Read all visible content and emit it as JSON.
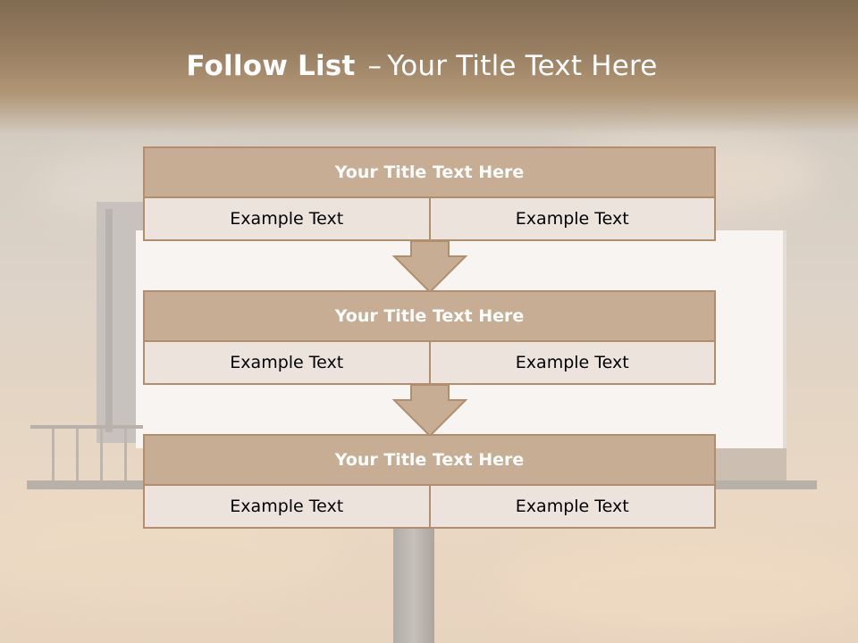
{
  "slide": {
    "title_bold": "Follow List",
    "title_separator": "–",
    "title_rest": "Your Title Text Here"
  },
  "steps": [
    {
      "title": "Your Title Text Here",
      "left": "Example Text",
      "right": "Example Text"
    },
    {
      "title": "Your Title Text Here",
      "left": "Example Text",
      "right": "Example Text"
    },
    {
      "title": "Your Title Text Here",
      "left": "Example Text",
      "right": "Example Text"
    }
  ],
  "icons": {
    "connector": "down-arrow-icon"
  },
  "colors": {
    "title_band": "#977d60",
    "box_header": "#c6ad93",
    "box_border": "#b08e6e",
    "box_cell": "#ece3dc",
    "arrow_fill": "#c6ad93",
    "title_text": "#ffffff"
  }
}
